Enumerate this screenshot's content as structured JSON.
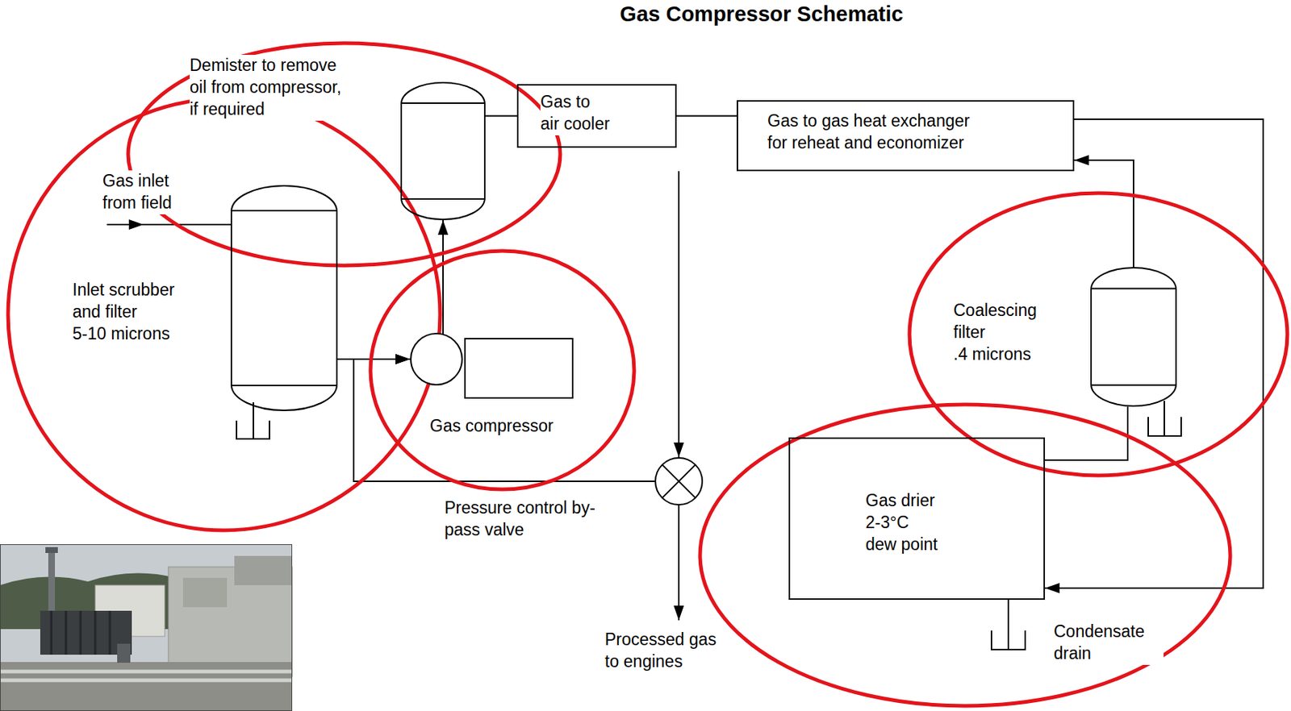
{
  "diagram": {
    "title": "Gas Compressor Schematic",
    "nodes": [
      {
        "text": [
          "Demister to remove oil from compressor, if required"
        ]
      },
      {
        "text": [
          "Gas to air cooler"
        ]
      },
      {
        "text": [
          "Gas to gas heat exchanger for reheat and economizer"
        ]
      },
      {
        "text": [
          "Inlet scrubber and filter",
          "5-10 microns"
        ]
      },
      {
        "text": [
          "Gas compressor"
        ]
      },
      {
        "text": [
          "Coalescing filter",
          ".4 microns"
        ]
      },
      {
        "text": [
          "Pressure control by-pass valve"
        ]
      },
      {
        "text": [
          "Gas drier",
          "2-3°C dew point"
        ]
      }
    ],
    "edges": [
      {
        "from": 3,
        "to": 4,
        "arrow": "to"
      },
      {
        "from": 4,
        "to": 0,
        "arrow": "to"
      },
      {
        "from": 0,
        "to": 1,
        "arrow": "none"
      },
      {
        "from": 1,
        "to": 2,
        "arrow": "none"
      },
      {
        "from": 2,
        "to": 7,
        "arrow": "to"
      },
      {
        "from": 7,
        "to": 5,
        "arrow": "none"
      },
      {
        "from": 5,
        "to": 2,
        "arrow": "to"
      },
      {
        "from": 2,
        "to": 6,
        "arrow": "to"
      },
      {
        "from": 6,
        "to": 4,
        "arrow": "to"
      }
    ],
    "labels": [
      "Gas inlet from field",
      "Processed gas to engines",
      "Condensate drain"
    ]
  }
}
